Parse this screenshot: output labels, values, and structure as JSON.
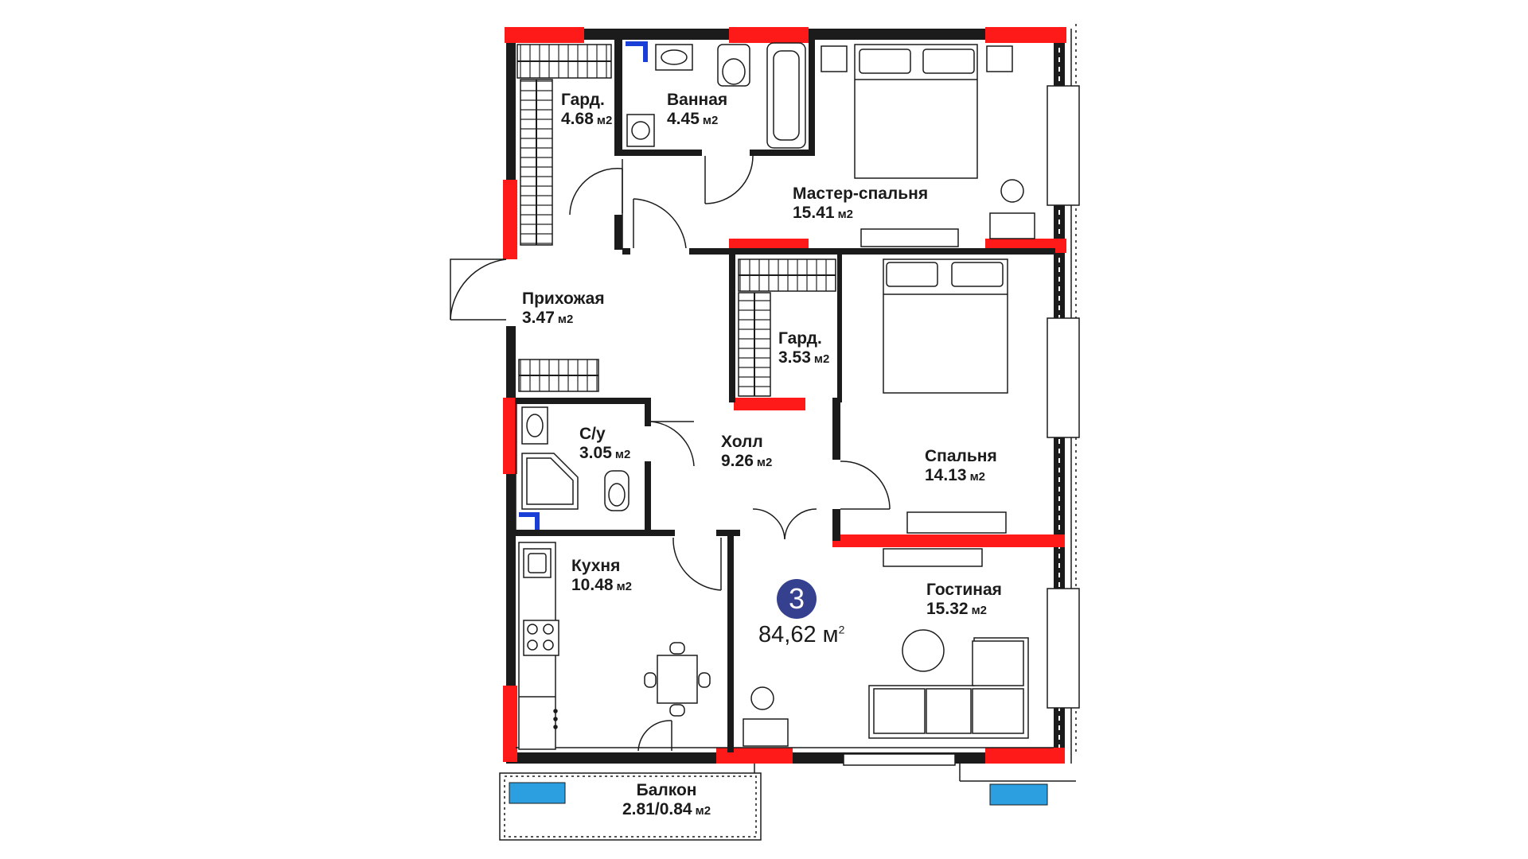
{
  "plan": {
    "total_area": "84,62 м",
    "total_area_sup": "2",
    "room_count": "3",
    "colors": {
      "wall": "#1b1b1b",
      "window_red": "#ff1a1a",
      "balcony_window_blue": "#2b9fe0",
      "marker_blue": "#1a3fd6",
      "badge_bg": "#35418f"
    }
  },
  "rooms": {
    "wardrobe_1": {
      "name": "Гард.",
      "area": "4.68",
      "unit": "м2"
    },
    "bathroom": {
      "name": "Ванная",
      "area": "4.45",
      "unit": "м2"
    },
    "master_bedroom": {
      "name": "Мастер-спальня",
      "area": "15.41",
      "unit": "м2"
    },
    "entrance": {
      "name": "Прихожая",
      "area": "3.47",
      "unit": "м2"
    },
    "wardrobe_2": {
      "name": "Гард.",
      "area": "3.53",
      "unit": "м2"
    },
    "wc": {
      "name": "С/у",
      "area": "3.05",
      "unit": "м2"
    },
    "hall": {
      "name": "Холл",
      "area": "9.26",
      "unit": "м2"
    },
    "bedroom": {
      "name": "Спальня",
      "area": "14.13",
      "unit": "м2"
    },
    "kitchen": {
      "name": "Кухня",
      "area": "10.48",
      "unit": "м2"
    },
    "living_room": {
      "name": "Гостиная",
      "area": "15.32",
      "unit": "м2"
    },
    "balcony": {
      "name": "Балкон",
      "area": "2.81/0.84",
      "unit": "м2"
    }
  }
}
